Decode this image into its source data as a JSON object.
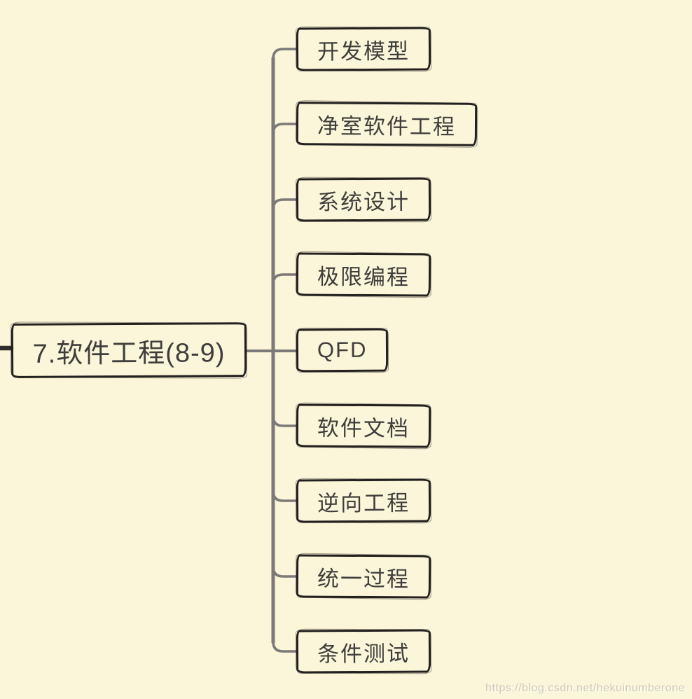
{
  "diagram": {
    "type": "mindmap",
    "root": {
      "label": "7.软件工程(8-9)"
    },
    "children": [
      {
        "label": "开发模型"
      },
      {
        "label": "净室软件工程"
      },
      {
        "label": "系统设计"
      },
      {
        "label": "极限编程"
      },
      {
        "label": "QFD"
      },
      {
        "label": "软件文档"
      },
      {
        "label": "逆向工程"
      },
      {
        "label": "统一过程"
      },
      {
        "label": "条件测试"
      }
    ]
  },
  "watermark": {
    "text": "https://blog.csdn.net/hekuinumberone"
  },
  "colors": {
    "background": "#FBF5D9",
    "box_border": "#222120",
    "text": "#3F3E3C",
    "connector": "#7B7A78",
    "parent_stub": "#2E2D2B",
    "watermark": "#C5C0AC"
  }
}
